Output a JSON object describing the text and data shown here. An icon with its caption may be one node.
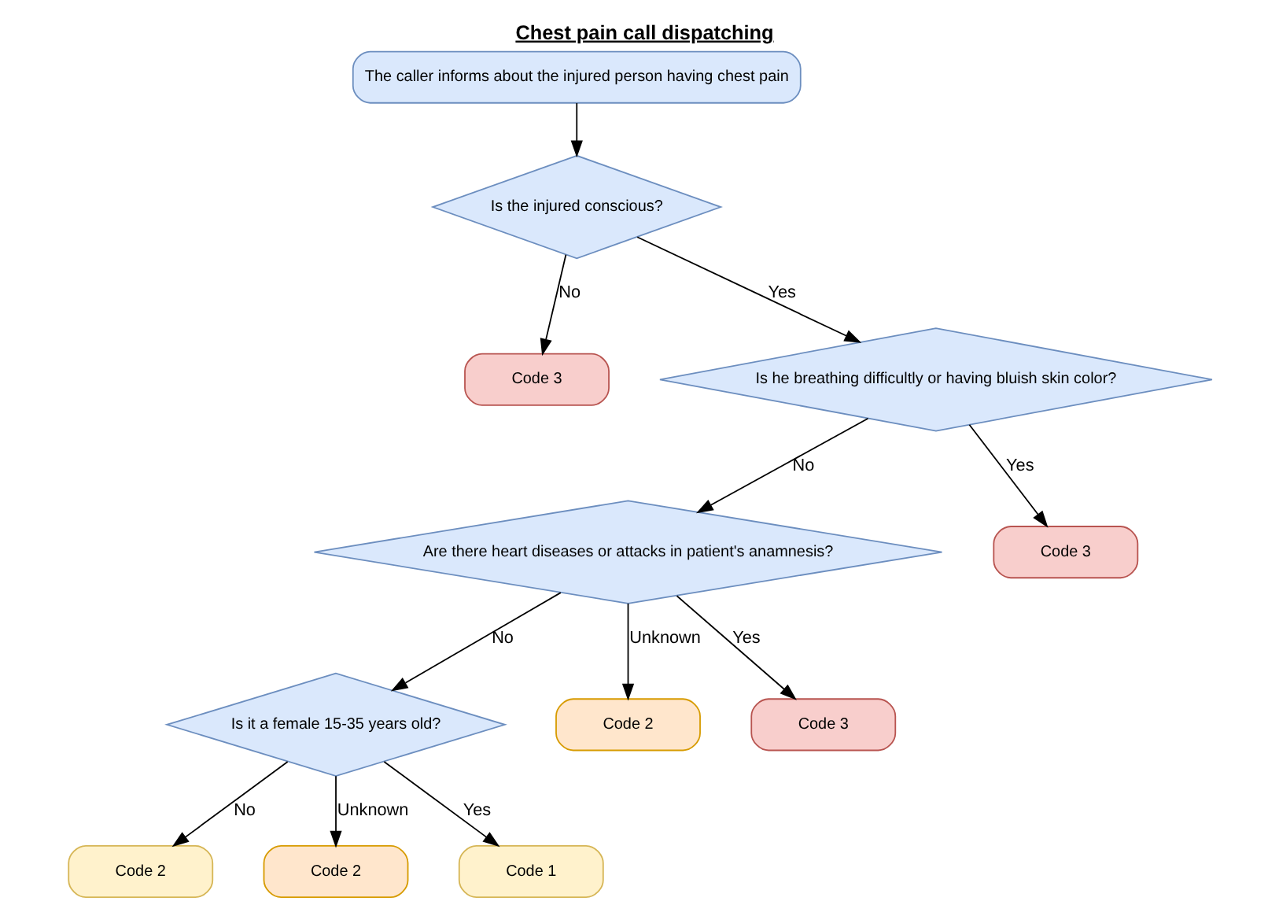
{
  "diagram": {
    "title": "Chest pain call dispatching",
    "nodes": [
      {
        "text": [
          "The caller informs about the injured person having chest pain"
        ]
      },
      {
        "text": [
          "Is the injured conscious?"
        ]
      },
      {
        "text": [
          "Code 3"
        ]
      },
      {
        "text": [
          "Is he breathing difficultly or having bluish skin color?"
        ]
      },
      {
        "text": [
          "Are there heart diseases or attacks in patient's anamnesis?"
        ]
      },
      {
        "text": [
          "Code 3"
        ]
      },
      {
        "text": [
          "Is it a female 15-35 years old?"
        ]
      },
      {
        "text": [
          "Code 2"
        ]
      },
      {
        "text": [
          "Code 3"
        ]
      },
      {
        "text": [
          "Code 2"
        ]
      },
      {
        "text": [
          "Code 2"
        ]
      },
      {
        "text": [
          "Code 1"
        ]
      }
    ],
    "edges": [
      {
        "from": 0,
        "to": 1,
        "arrow": "to"
      },
      {
        "from": 1,
        "to": 2,
        "arrow": "to",
        "label": "No"
      },
      {
        "from": 1,
        "to": 3,
        "arrow": "to",
        "label": "Yes"
      },
      {
        "from": 3,
        "to": 4,
        "arrow": "to",
        "label": "No"
      },
      {
        "from": 3,
        "to": 5,
        "arrow": "to",
        "label": "Yes"
      },
      {
        "from": 4,
        "to": 6,
        "arrow": "to",
        "label": "No"
      },
      {
        "from": 4,
        "to": 7,
        "arrow": "to",
        "label": "Unknown"
      },
      {
        "from": 4,
        "to": 8,
        "arrow": "to",
        "label": "Yes"
      },
      {
        "from": 6,
        "to": 9,
        "arrow": "to",
        "label": "No"
      },
      {
        "from": 6,
        "to": 10,
        "arrow": "to",
        "label": "Unknown"
      },
      {
        "from": 6,
        "to": 11,
        "arrow": "to",
        "label": "Yes"
      }
    ]
  }
}
